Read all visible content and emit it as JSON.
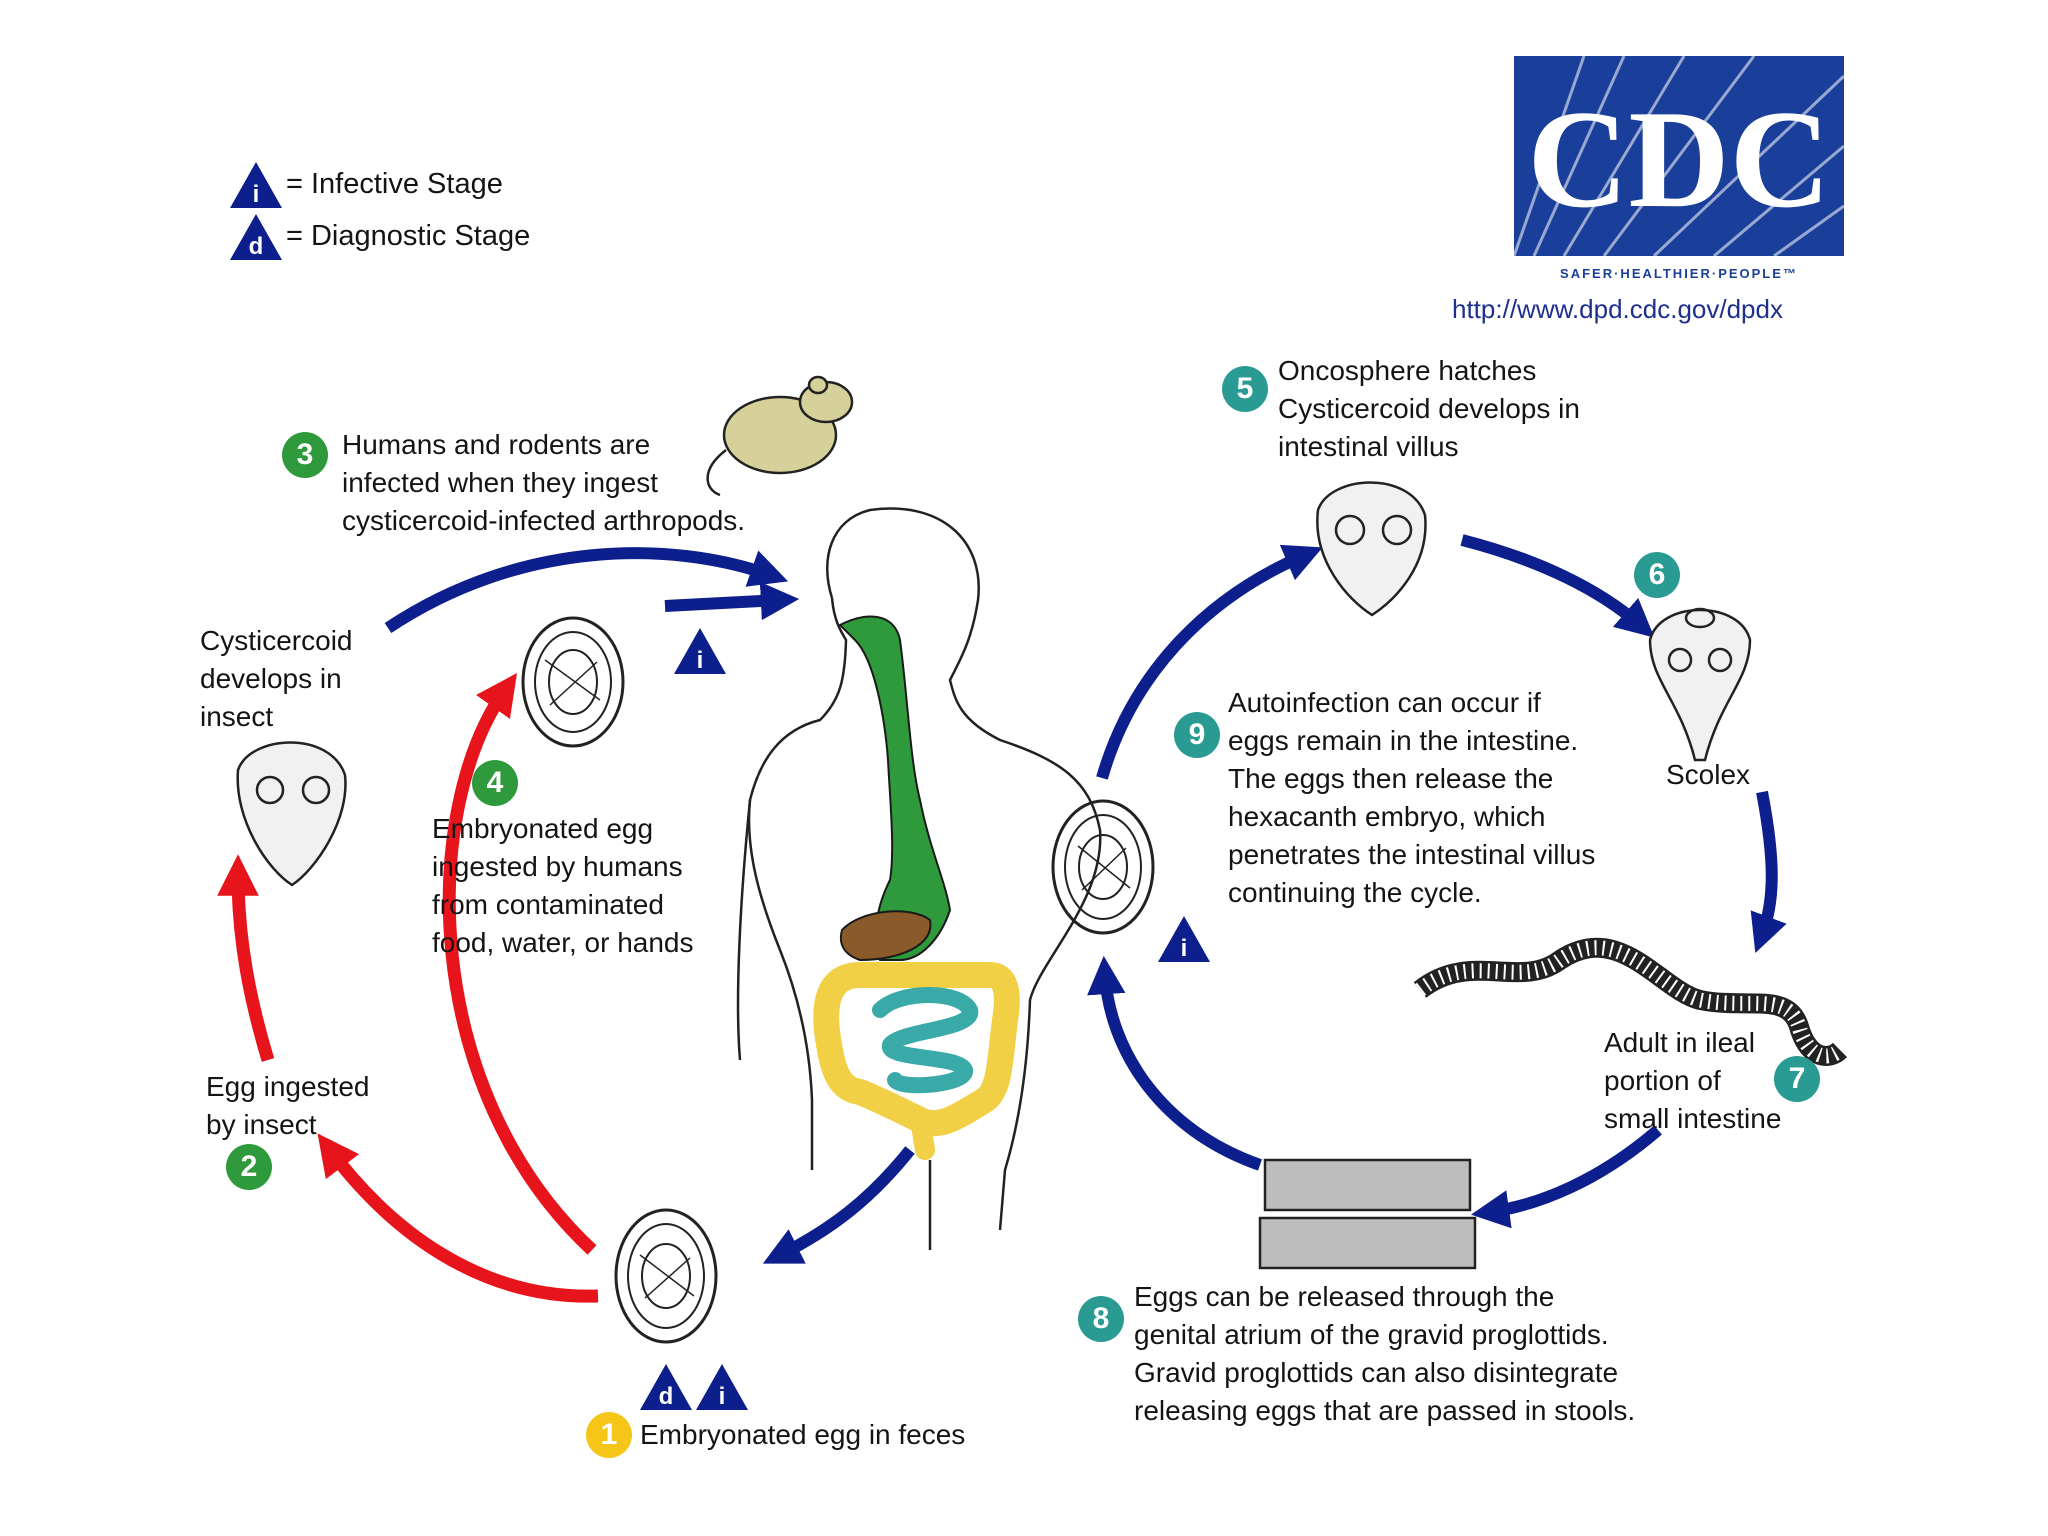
{
  "legend": {
    "infective_letter": "i",
    "diagnostic_letter": "d",
    "infective_label": "= Infective Stage",
    "diagnostic_label": "= Diagnostic Stage"
  },
  "logo": {
    "letters": "CDC",
    "tagline": "SAFER·HEALTHIER·PEOPLE™",
    "url": "http://www.dpd.cdc.gov/dpdx"
  },
  "steps": [
    {
      "number": "1",
      "text": "Embryonated egg in feces",
      "color": "#f5c518"
    },
    {
      "number": "2",
      "text": "Egg ingested\nby insect",
      "color": "#2e9a3c"
    },
    {
      "number": "3",
      "text": "Humans and rodents are\ninfected when they ingest\ncysticercoid-infected arthropods.",
      "color": "#2e9a3c"
    },
    {
      "number": "4",
      "text": "Embryonated egg\ningested by humans\nfrom contaminated\nfood, water, or hands",
      "color": "#2e9a3c"
    },
    {
      "number": "5",
      "text": "Oncosphere hatches\nCysticercoid develops in\nintestinal villus",
      "color": "#2a9b93"
    },
    {
      "number": "6",
      "text": "",
      "color": "#2a9b93"
    },
    {
      "number": "7",
      "text": "Adult in ileal\nportion of\nsmall intestine",
      "color": "#2a9b93"
    },
    {
      "number": "8",
      "text": "Eggs can be released through the\ngenital atrium of the gravid proglottids.\nGravid proglottids can also disintegrate\nreleasing eggs that are passed in stools.",
      "color": "#2a9b93"
    },
    {
      "number": "9",
      "text": "Autoinfection can occur if\neggs remain in the intestine.\nThe eggs then release the\nhexacanth embryo, which\npenetrates the intestinal villus\ncontinuing the cycle.",
      "color": "#2a9b93"
    }
  ],
  "labels": {
    "cysticercoid_insect": "Cysticercoid\ndevelops in\ninsect",
    "scolex": "Scolex"
  },
  "colors": {
    "human_cycle_arrow": "#0d1f8c",
    "insect_cycle_arrow": "#e8141b",
    "stage_triangle": "#0d1f8c",
    "logo_blue": "#1a3f9a",
    "gut_green": "#2e9a3c",
    "gut_yellow": "#f2d046",
    "gut_teal": "#3aaaa8",
    "liver_brown": "#8a5a2b"
  }
}
